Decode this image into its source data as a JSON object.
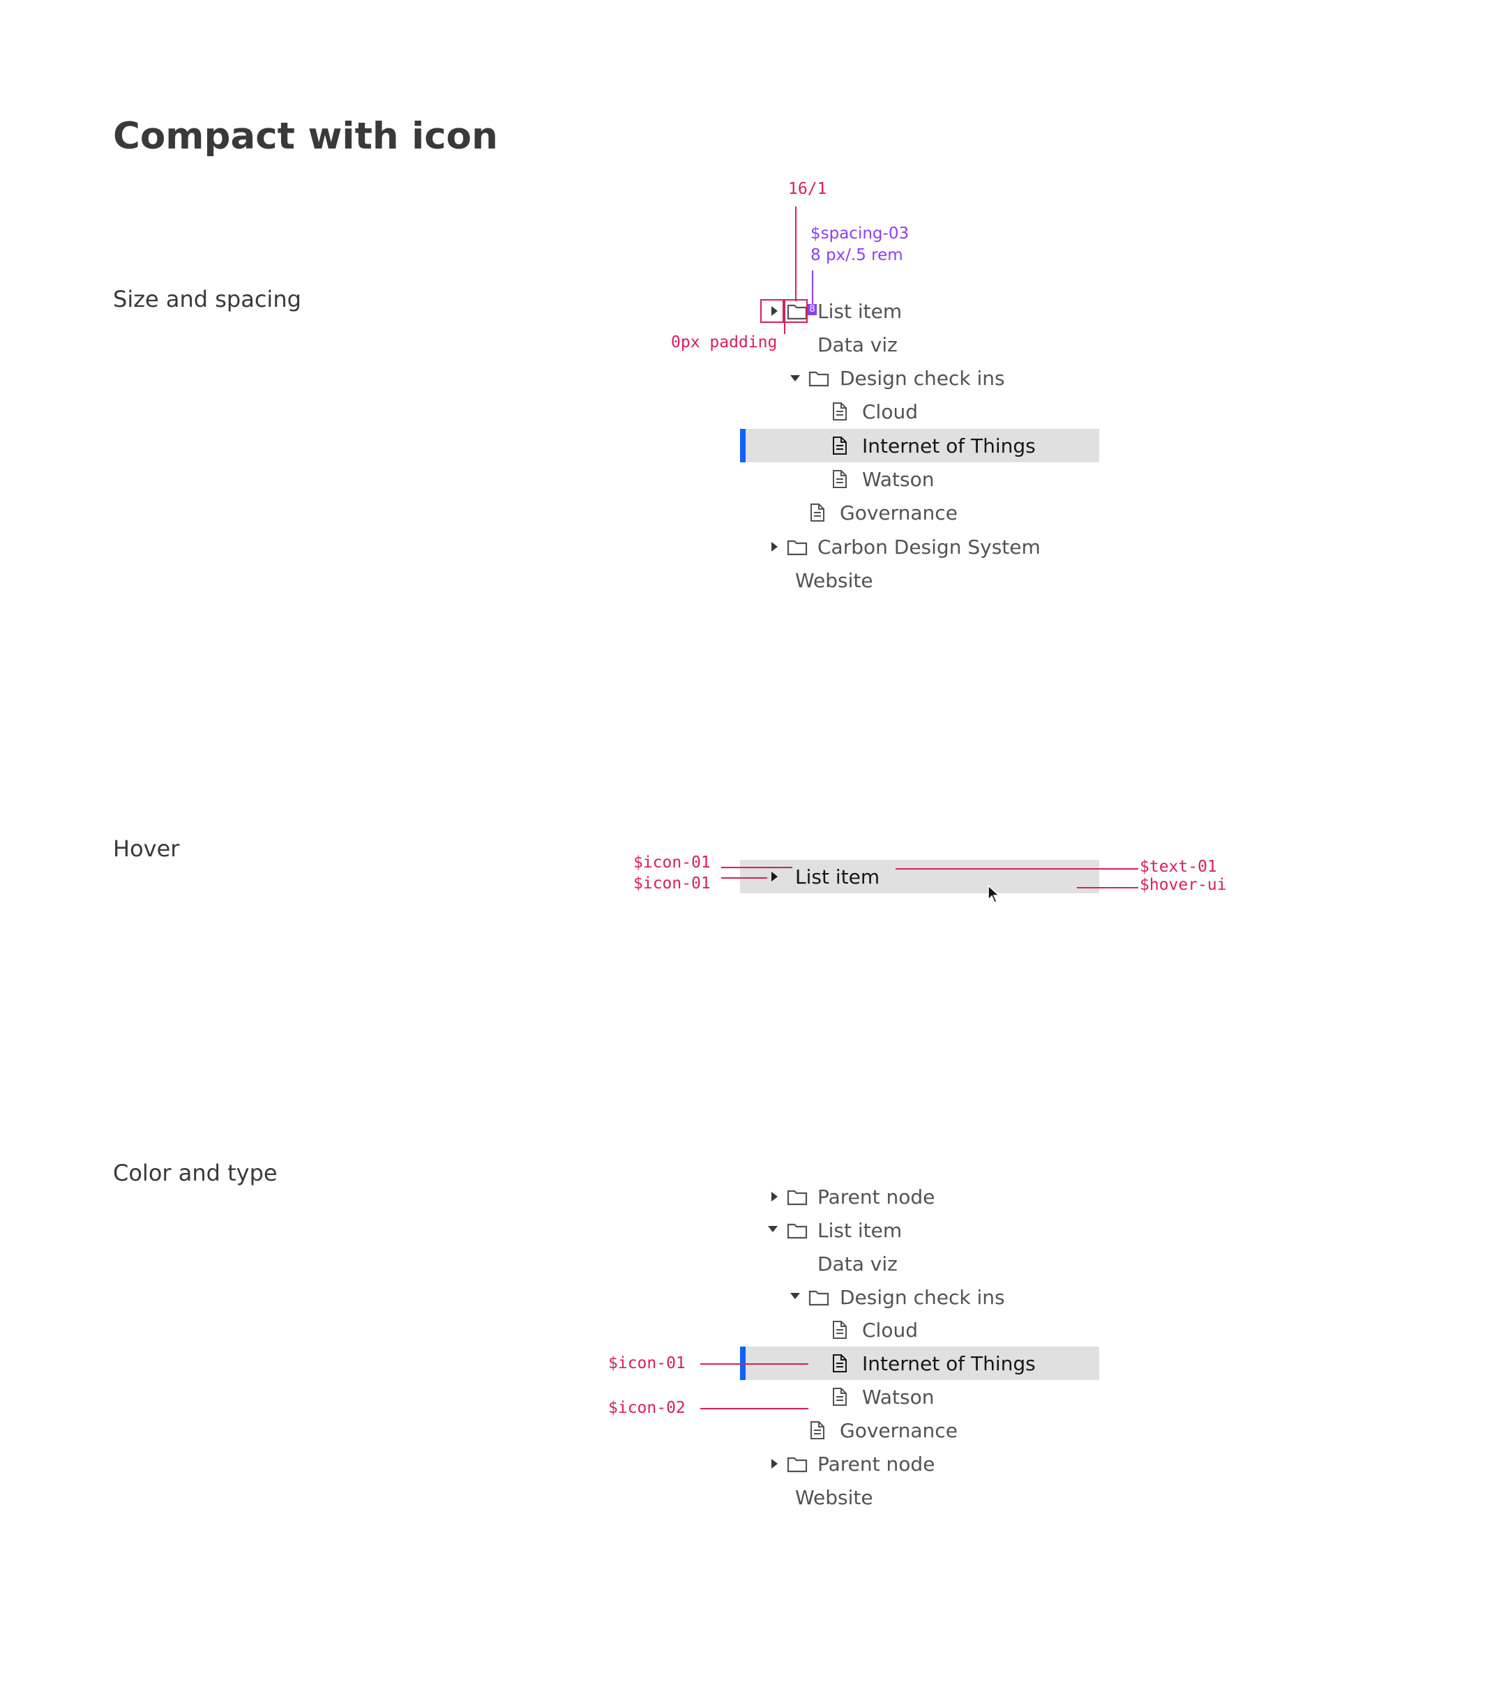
{
  "page": {
    "title": "Compact with icon"
  },
  "sections": {
    "size": {
      "label": "Size and spacing"
    },
    "hover": {
      "label": "Hover"
    },
    "color": {
      "label": "Color and type"
    }
  },
  "tree1": {
    "items": [
      "List item",
      "Data viz",
      "Design check ins",
      "Cloud",
      "Internet of Things",
      "Watson",
      "Governance",
      "Carbon Design System",
      "Website"
    ]
  },
  "tree2": {
    "items": [
      "Parent node",
      "List item",
      "Data viz",
      "Design check ins",
      "Cloud",
      "Internet of Things",
      "Watson",
      "Governance",
      "Parent node",
      "Website"
    ]
  },
  "hover_row": {
    "label": "List item"
  },
  "annotations": {
    "size_16": "16/1",
    "spacing_token": "$spacing-03",
    "spacing_value": "8 px/.5 rem",
    "spacing_badge": "8",
    "padding": "0px padding",
    "hover_icon_a": "$icon-01",
    "hover_icon_b": "$icon-01",
    "hover_text": "$text-01",
    "hover_ui": "$hover-ui",
    "color_icon_01": "$icon-01",
    "color_icon_02": "$icon-02"
  },
  "colors": {
    "selected_bg": "#e0e0e0",
    "selected_bar": "#0f62fe",
    "annotation": "#da1e5a",
    "spacing_annotation": "#8a3ffc",
    "text_primary": "#161616",
    "text_secondary": "#525252"
  },
  "icons": [
    "caret-right-icon",
    "caret-down-icon",
    "folder-icon",
    "document-icon",
    "cursor-icon"
  ]
}
